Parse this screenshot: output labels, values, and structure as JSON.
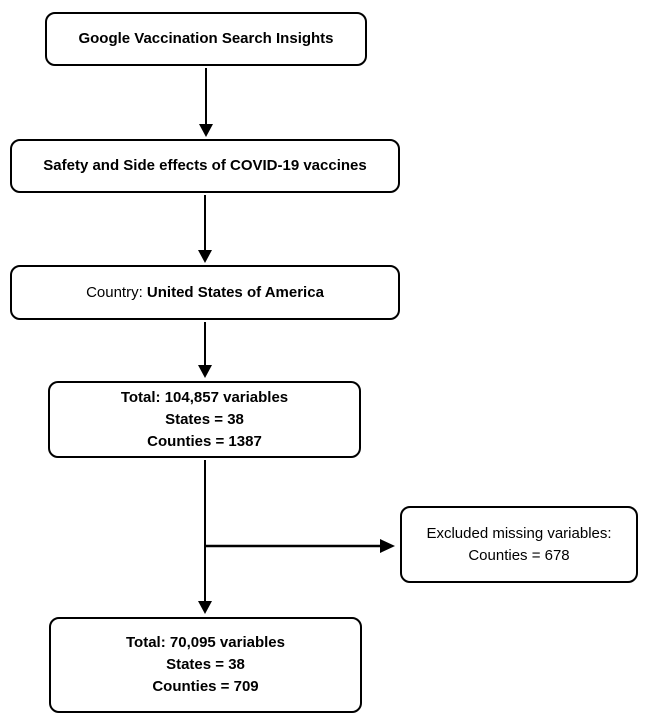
{
  "diagram": {
    "background_color": "#ffffff",
    "line_color": "#000000",
    "text_color": "#000000",
    "boxes": {
      "source": {
        "label": "Google Vaccination Search Insights"
      },
      "topic": {
        "label": "Safety and Side effects of COVID-19 vaccines"
      },
      "country": {
        "prefix": "Country: ",
        "value": "United States of America"
      },
      "total_initial": {
        "lines": {
          "0": "Total: 104,857 variables",
          "1": "States = 38",
          "2": "Counties = 1387"
        }
      },
      "excluded": {
        "lines": {
          "0": "Excluded missing variables:",
          "1": "Counties = 678"
        }
      },
      "total_final": {
        "lines": {
          "0": "Total: 70,095 variables",
          "1": "States = 38",
          "2": "Counties = 709"
        }
      }
    }
  }
}
